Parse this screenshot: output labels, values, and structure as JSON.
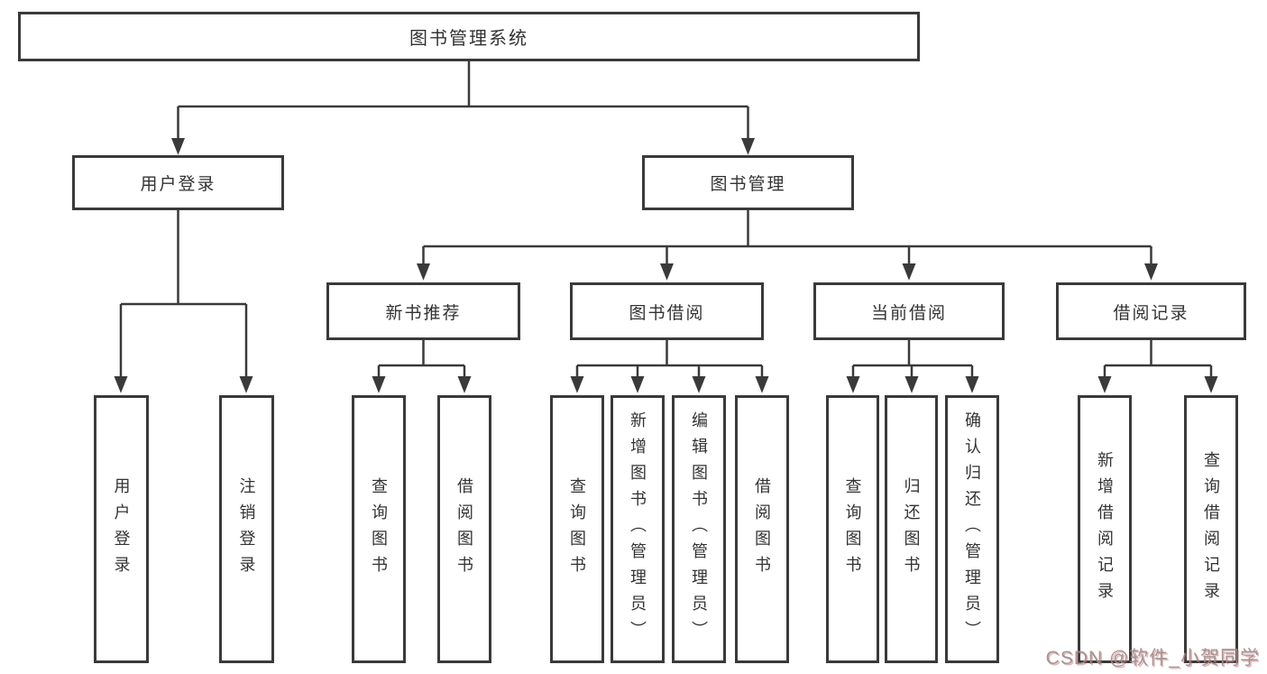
{
  "diagram": {
    "root": "图书管理系统",
    "user_login": {
      "label": "用户登录",
      "children": [
        "用户登录",
        "注销登录"
      ]
    },
    "book_management": {
      "label": "图书管理",
      "sections": [
        {
          "label": "新书推荐",
          "children": [
            "查询图书",
            "借阅图书"
          ]
        },
        {
          "label": "图书借阅",
          "children": [
            "查询图书",
            "新增图书（管理员）",
            "编辑图书（管理员）",
            "借阅图书"
          ]
        },
        {
          "label": "当前借阅",
          "children": [
            "查询图书",
            "归还图书",
            "确认归还（管理员）"
          ]
        },
        {
          "label": "借阅记录",
          "children": [
            "新增借阅记录",
            "查询借阅记录"
          ]
        }
      ]
    }
  },
  "watermark": {
    "text": "CSDN @软件_小贺同学"
  },
  "colors": {
    "line": "#3a3a3a",
    "border": "#3a3a3a",
    "text": "#333333",
    "watermark_gray": "#919191",
    "watermark_red": "#de5252"
  }
}
